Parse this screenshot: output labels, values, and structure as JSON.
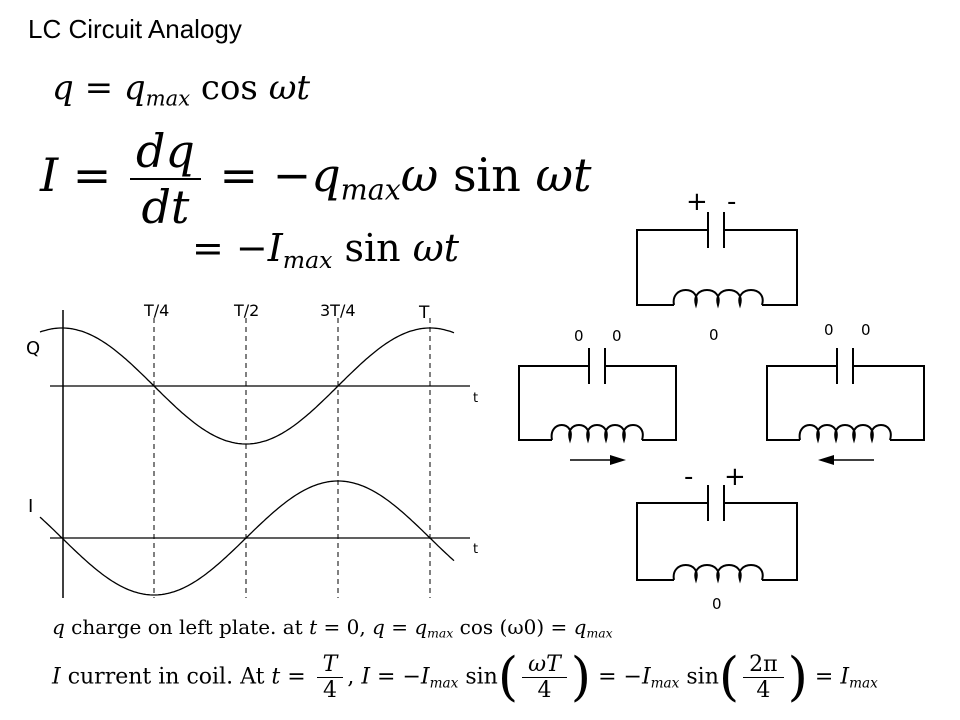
{
  "title": "LC Circuit Analogy",
  "equations": {
    "eq1": {
      "lhs": "q",
      "eq": "=",
      "q": "q",
      "max": "max",
      "cos": "cos",
      "arg": "ωt"
    },
    "eq2": {
      "lhs": "I",
      "eq": "=",
      "num": "dq",
      "den": "dt",
      "eq_b": "= −",
      "q": "q",
      "max": "max",
      "omega": "ω",
      "sin": "sin",
      "arg": "ωt"
    },
    "eq3": {
      "eq": "= −",
      "I": "I",
      "max": "max",
      "sin": "sin",
      "arg": "ωt"
    }
  },
  "graph": {
    "period_labels": [
      "T/4",
      "T/2",
      "3T/4",
      "T"
    ],
    "q_axis_label": "Q",
    "i_axis_label": "I",
    "t_label_top": "t",
    "t_label_bottom": "t",
    "q_curve": {
      "function": "cos",
      "phase_points": [
        0,
        0.25,
        0.5,
        0.75,
        1.0
      ]
    },
    "i_curve": {
      "function": "-sin",
      "phase_points": [
        0,
        0.25,
        0.5,
        0.75,
        1.0
      ]
    }
  },
  "circuits": {
    "top": {
      "plate_left": "+",
      "plate_right": "-",
      "coil_label": "0"
    },
    "left": {
      "plate_left": "0",
      "plate_right": "0",
      "current_direction": "right"
    },
    "right": {
      "plate_left": "0",
      "plate_right": "0",
      "current_direction": "left"
    },
    "bottom": {
      "plate_left": "-",
      "plate_right": "+",
      "coil_label": "0"
    }
  },
  "notes": {
    "line1": {
      "q": "q",
      "text": " charge on left plate.  at ",
      "t": "t",
      "eq0": " = 0,  ",
      "q2": "q",
      "eq": " = ",
      "q3": "q",
      "max": "max",
      "cos": " cos ",
      "arg": "(ω0)",
      "eq2": " = ",
      "q4": "q",
      "max2": "max"
    },
    "line2": {
      "I": "I",
      "text": " current in coil.  At ",
      "t": "t",
      "eq": " = ",
      "num1": "T",
      "den1": "4",
      "comma": ",  ",
      "I2": "I",
      "eq2": " = −",
      "I3": "I",
      "max": "max",
      "sin": " sin",
      "num2": "ωT",
      "den2": "4",
      "eq3": " = −",
      "I4": "I",
      "max2": "max",
      "sin2": " sin",
      "num3": "2π",
      "den3": "4",
      "eq4": " = ",
      "I5": "I",
      "max3": "max"
    }
  }
}
